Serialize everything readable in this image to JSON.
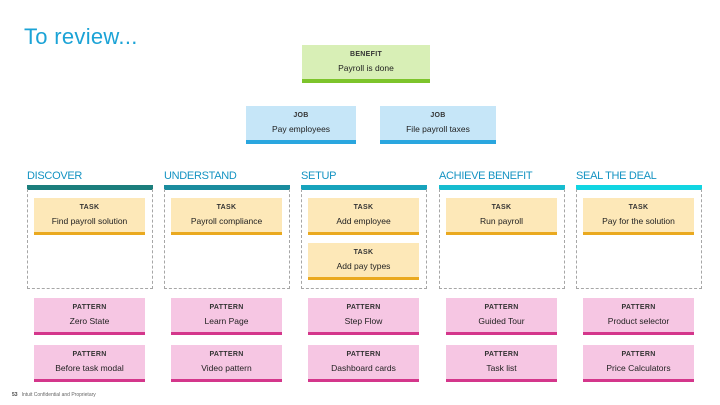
{
  "title": "To review...",
  "benefit": {
    "label": "BENEFIT",
    "text": "Payroll is done"
  },
  "jobs": [
    {
      "label": "JOB",
      "text": "Pay employees"
    },
    {
      "label": "JOB",
      "text": "File payroll taxes"
    }
  ],
  "phases": [
    {
      "name": "DISCOVER",
      "color": "#1b7e7c"
    },
    {
      "name": "UNDERSTAND",
      "color": "#1a8c9e"
    },
    {
      "name": "SETUP",
      "color": "#17a3bc"
    },
    {
      "name": "ACHIEVE BENEFIT",
      "color": "#16bccf"
    },
    {
      "name": "SEAL THE DEAL",
      "color": "#11d5e2"
    }
  ],
  "tasks": [
    {
      "label": "TASK",
      "text": "Find payroll solution"
    },
    {
      "label": "TASK",
      "text": "Payroll compliance"
    },
    {
      "label": "TASK",
      "text": "Add employee"
    },
    {
      "label": "TASK",
      "text": "Add pay types"
    },
    {
      "label": "TASK",
      "text": "Run payroll"
    },
    {
      "label": "TASK",
      "text": "Pay for the solution"
    }
  ],
  "patterns_row1": [
    {
      "label": "PATTERN",
      "text": "Zero State"
    },
    {
      "label": "PATTERN",
      "text": "Learn Page"
    },
    {
      "label": "PATTERN",
      "text": "Step Flow"
    },
    {
      "label": "PATTERN",
      "text": "Guided Tour"
    },
    {
      "label": "PATTERN",
      "text": "Product selector"
    }
  ],
  "patterns_row2": [
    {
      "label": "PATTERN",
      "text": "Before task modal"
    },
    {
      "label": "PATTERN",
      "text": "Video pattern"
    },
    {
      "label": "PATTERN",
      "text": "Dashboard cards"
    },
    {
      "label": "PATTERN",
      "text": "Task list"
    },
    {
      "label": "PATTERN",
      "text": "Price Calculators"
    }
  ],
  "footer": {
    "page": "53",
    "text": "Intuit Confidential and Proprietary"
  }
}
